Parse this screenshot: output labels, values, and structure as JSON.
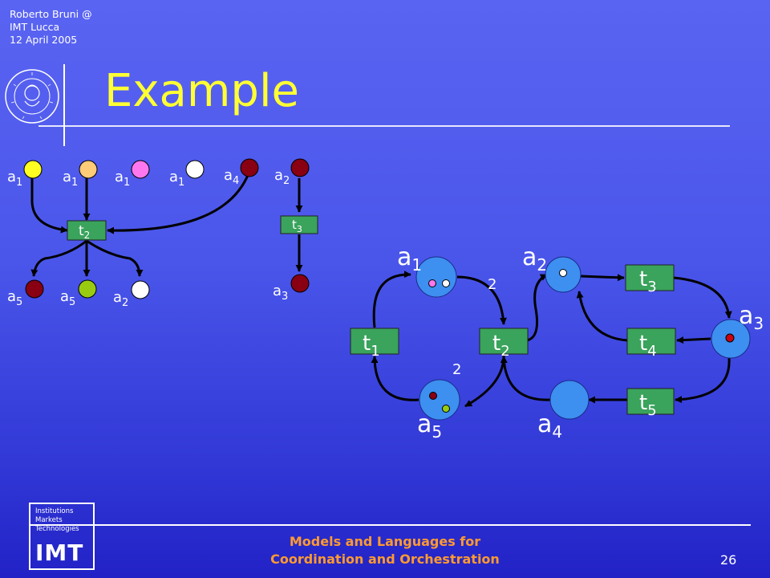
{
  "header": {
    "author": "Roberto Bruni @",
    "institution": "IMT Lucca",
    "date": "12 April 2005"
  },
  "title": "Example",
  "logo_seal": {
    "text": "IN SUPREMÆ DIGNITATIS",
    "year": "1343"
  },
  "imt_logo": {
    "line1": "Institutions",
    "line2": "Markets",
    "line3": "Technologies",
    "acronym": "IMT"
  },
  "footer": {
    "line1": "Models and Languages for",
    "line2": "Coordination and Orchestration"
  },
  "page_number": "26",
  "colors": {
    "title": "#ffff33",
    "footer": "#ff9a30",
    "transition": "#3aa35c",
    "place": "#3d8ff0"
  },
  "small_diagram": {
    "inputs": [
      {
        "label": "a",
        "sub": "1",
        "color": "#ffff22"
      },
      {
        "label": "a",
        "sub": "1",
        "color": "#ffcc77"
      },
      {
        "label": "a",
        "sub": "1",
        "color": "#ff77ee"
      },
      {
        "label": "a",
        "sub": "1",
        "color": "#ffffff"
      },
      {
        "label": "a",
        "sub": "4",
        "color": "#880011"
      },
      {
        "label": "a",
        "sub": "2",
        "color": "#880011"
      }
    ],
    "transitions": [
      {
        "label": "t",
        "sub": "2"
      },
      {
        "label": "t",
        "sub": "3"
      }
    ],
    "outputs": [
      {
        "label": "a",
        "sub": "5",
        "color": "#880011"
      },
      {
        "label": "a",
        "sub": "5",
        "color": "#99cc11"
      },
      {
        "label": "a",
        "sub": "2",
        "color": "#ffffff"
      },
      {
        "label": "a",
        "sub": "3",
        "color": "#880011"
      }
    ]
  },
  "net": {
    "places": [
      {
        "label": "a",
        "sub": "1",
        "tokens": [
          "#ff77ee",
          "#ffffff"
        ]
      },
      {
        "label": "a",
        "sub": "2",
        "tokens": [
          "#ffffff"
        ]
      },
      {
        "label": "a",
        "sub": "3",
        "tokens": [
          "#cc0011"
        ]
      },
      {
        "label": "a",
        "sub": "4",
        "tokens": []
      },
      {
        "label": "a",
        "sub": "5",
        "tokens": [
          "#880011",
          "#99cc11"
        ]
      }
    ],
    "transitions": [
      {
        "label": "t",
        "sub": "1"
      },
      {
        "label": "t",
        "sub": "2"
      },
      {
        "label": "t",
        "sub": "3"
      },
      {
        "label": "t",
        "sub": "4"
      },
      {
        "label": "t",
        "sub": "5"
      }
    ],
    "weights": [
      "2",
      "2"
    ]
  }
}
